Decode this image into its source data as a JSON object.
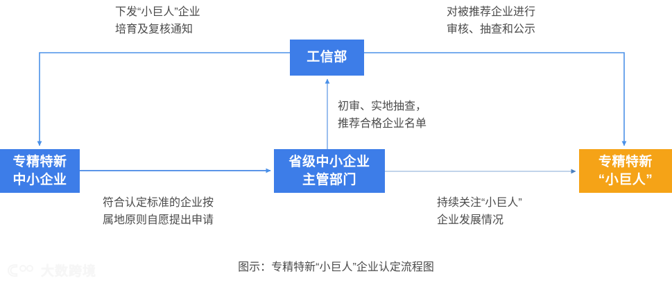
{
  "diagram": {
    "nodes": [
      {
        "id": "miit",
        "name": "miit-node",
        "lines": [
          "工信部"
        ],
        "color": "#3d7de8",
        "text_color": "#ffffff"
      },
      {
        "id": "sme",
        "name": "specialized-sme-node",
        "lines": [
          "专精特新",
          "中小企业"
        ],
        "color": "#3d7de8",
        "text_color": "#ffffff"
      },
      {
        "id": "prov",
        "name": "provincial-authority-node",
        "lines": [
          "省级中小企业",
          "主管部门"
        ],
        "color": "#3d7de8",
        "text_color": "#ffffff"
      },
      {
        "id": "giant",
        "name": "little-giant-node",
        "lines": [
          "专精特新",
          "“小巨人”"
        ],
        "color": "#f5a317",
        "text_color": "#ffffff"
      }
    ],
    "edge_labels": [
      {
        "id": "topleft",
        "lines": [
          "下发“小巨人”企业",
          "培育及复核通知"
        ]
      },
      {
        "id": "topright",
        "lines": [
          "对被推荐企业进行",
          "审核、抽查和公示"
        ]
      },
      {
        "id": "mid",
        "lines": [
          "初审、实地抽查，",
          "推荐合格企业名单"
        ]
      },
      {
        "id": "botleft",
        "lines": [
          "符合认定标准的企业按",
          "属地原则自愿提出申请"
        ]
      },
      {
        "id": "botright",
        "lines": [
          "持续关注“小巨人”",
          "企业发展情况"
        ]
      }
    ],
    "connector_color": "#4a90e8",
    "connector_color_light": "#8fb6e0",
    "label_color": "#4a4a4a"
  },
  "caption": "图示：专精特新“小巨人”企业认定流程图",
  "watermark": {
    "text": "大数跨境"
  }
}
